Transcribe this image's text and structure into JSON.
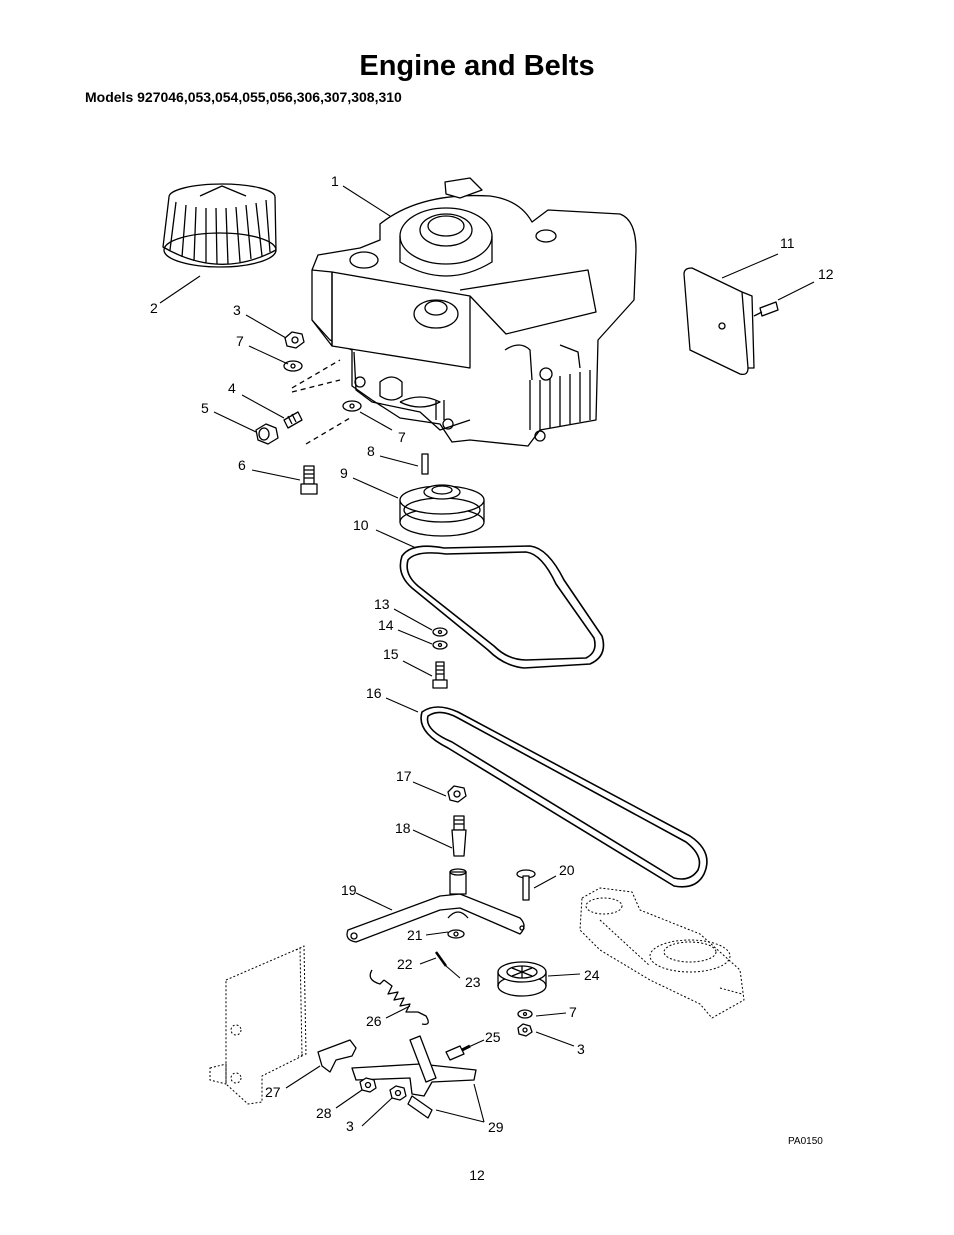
{
  "header": {
    "title": "Engine and Belts",
    "models": "Models 927046,053,054,055,056,306,307,308,310"
  },
  "callouts": [
    "1",
    "2",
    "3",
    "7",
    "11",
    "12",
    "4",
    "5",
    "7",
    "6",
    "8",
    "9",
    "10",
    "13",
    "14",
    "15",
    "16",
    "17",
    "18",
    "20",
    "19",
    "21",
    "22",
    "23",
    "24",
    "7",
    "3",
    "26",
    "25",
    "27",
    "28",
    "3",
    "29"
  ],
  "figure_code": "PA0150",
  "page_number": "12"
}
